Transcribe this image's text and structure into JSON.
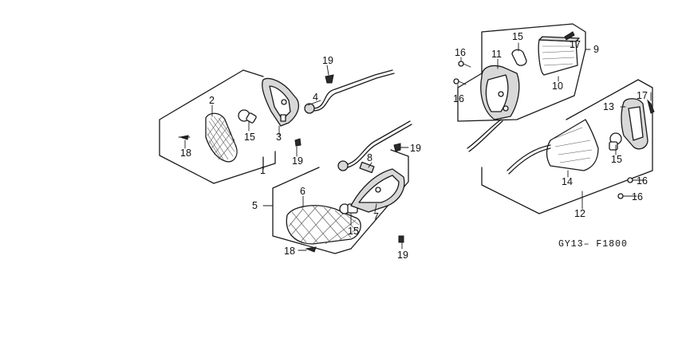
{
  "diagram_code": "GY13– F1800",
  "callouts": {
    "c1": "1",
    "c2": "2",
    "c3": "3",
    "c4": "4",
    "c5": "5",
    "c6": "6",
    "c7": "7",
    "c8": "8",
    "c9": "9",
    "c10": "10",
    "c11": "11",
    "c12": "12",
    "c13": "13",
    "c14": "14",
    "c15a": "15",
    "c15b": "15",
    "c15c": "15",
    "c15d": "15",
    "c16a": "16",
    "c16b": "16",
    "c16c": "16",
    "c16d": "16",
    "c17a": "17",
    "c17b": "17",
    "c18a": "18",
    "c18b": "18",
    "c19a": "19",
    "c19b": "19",
    "c19c": "19",
    "c19d": "19"
  }
}
